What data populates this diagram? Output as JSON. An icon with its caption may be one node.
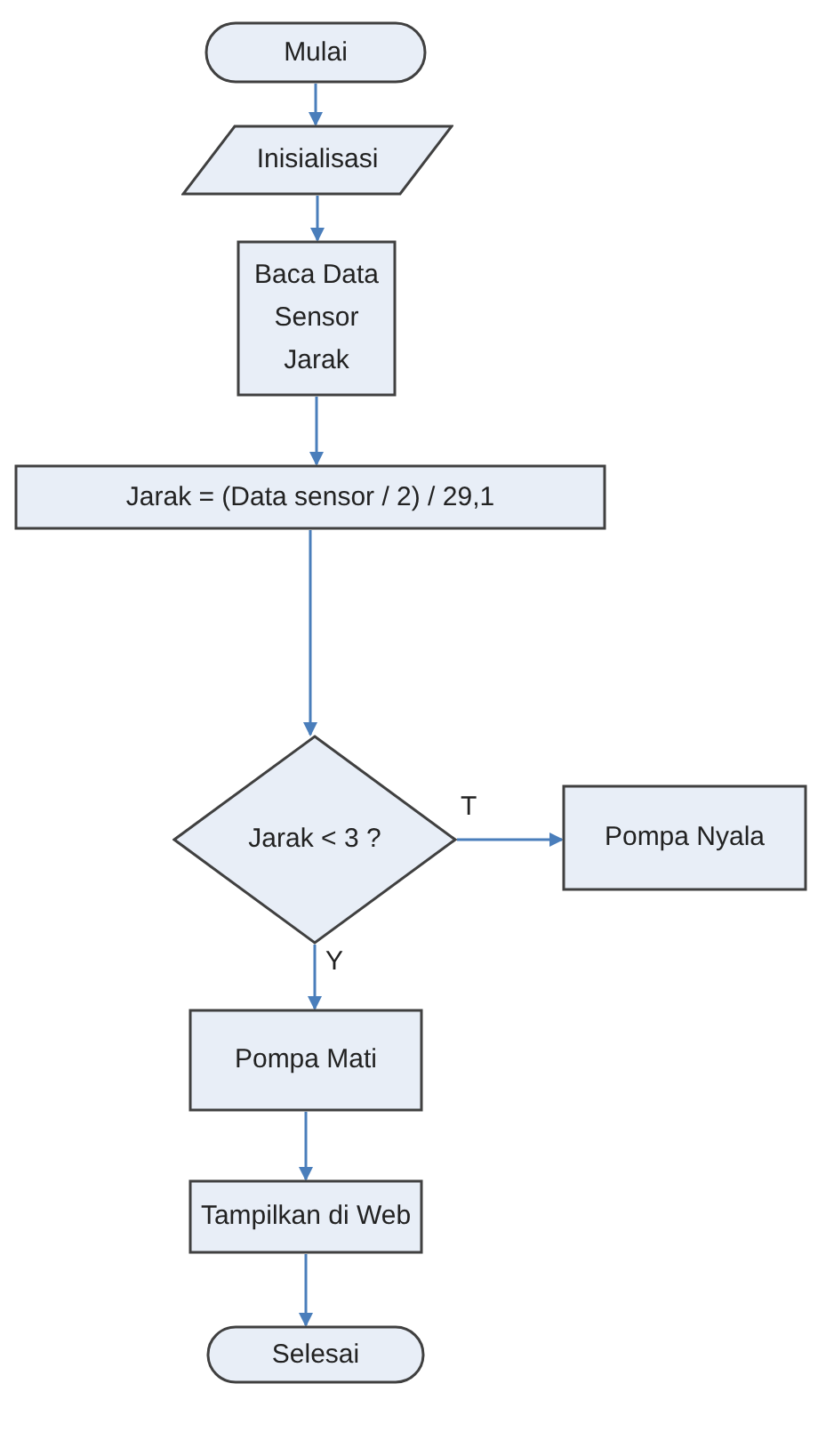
{
  "diagram": {
    "nodes": [
      {
        "text": [
          "Mulai"
        ]
      },
      {
        "text": [
          "Inisialisasi"
        ]
      },
      {
        "text": [
          "Baca Data Sensor Jarak"
        ]
      },
      {
        "text": [
          "Jarak = (Data sensor / 2) / 29,1"
        ]
      },
      {
        "text": [
          "Jarak < 3 ?"
        ]
      },
      {
        "text": [
          "Pompa Nyala"
        ]
      },
      {
        "text": [
          "Pompa Mati"
        ]
      },
      {
        "text": [
          "Tampilkan di Web"
        ]
      },
      {
        "text": [
          "Selesai"
        ]
      }
    ],
    "edges": [
      {
        "from": 0,
        "to": 1,
        "arrow": "to"
      },
      {
        "from": 1,
        "to": 2,
        "arrow": "to"
      },
      {
        "from": 2,
        "to": 3,
        "arrow": "to"
      },
      {
        "from": 3,
        "to": 4,
        "arrow": "to"
      },
      {
        "from": 4,
        "to": 5,
        "arrow": "to",
        "label": "T"
      },
      {
        "from": 4,
        "to": 6,
        "arrow": "to",
        "label": "Y"
      },
      {
        "from": 6,
        "to": 7,
        "arrow": "to"
      },
      {
        "from": 7,
        "to": 8,
        "arrow": "to"
      }
    ]
  }
}
